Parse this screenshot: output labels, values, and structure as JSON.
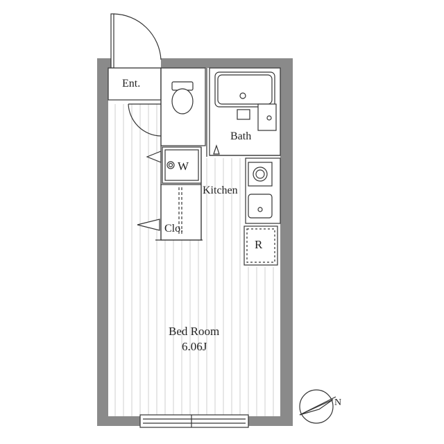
{
  "rooms": {
    "entrance": "Ent.",
    "bath": "Bath",
    "washer": "W",
    "kitchen": "Kitchen",
    "closet": "Clo.",
    "refrigerator": "R",
    "bedroom": "Bed Room",
    "bedroom_size": "6.06J"
  },
  "compass": {
    "north": "N"
  },
  "colors": {
    "wall": "#8a8a8a",
    "line": "#333333",
    "floor_line": "#c8c8c8"
  }
}
